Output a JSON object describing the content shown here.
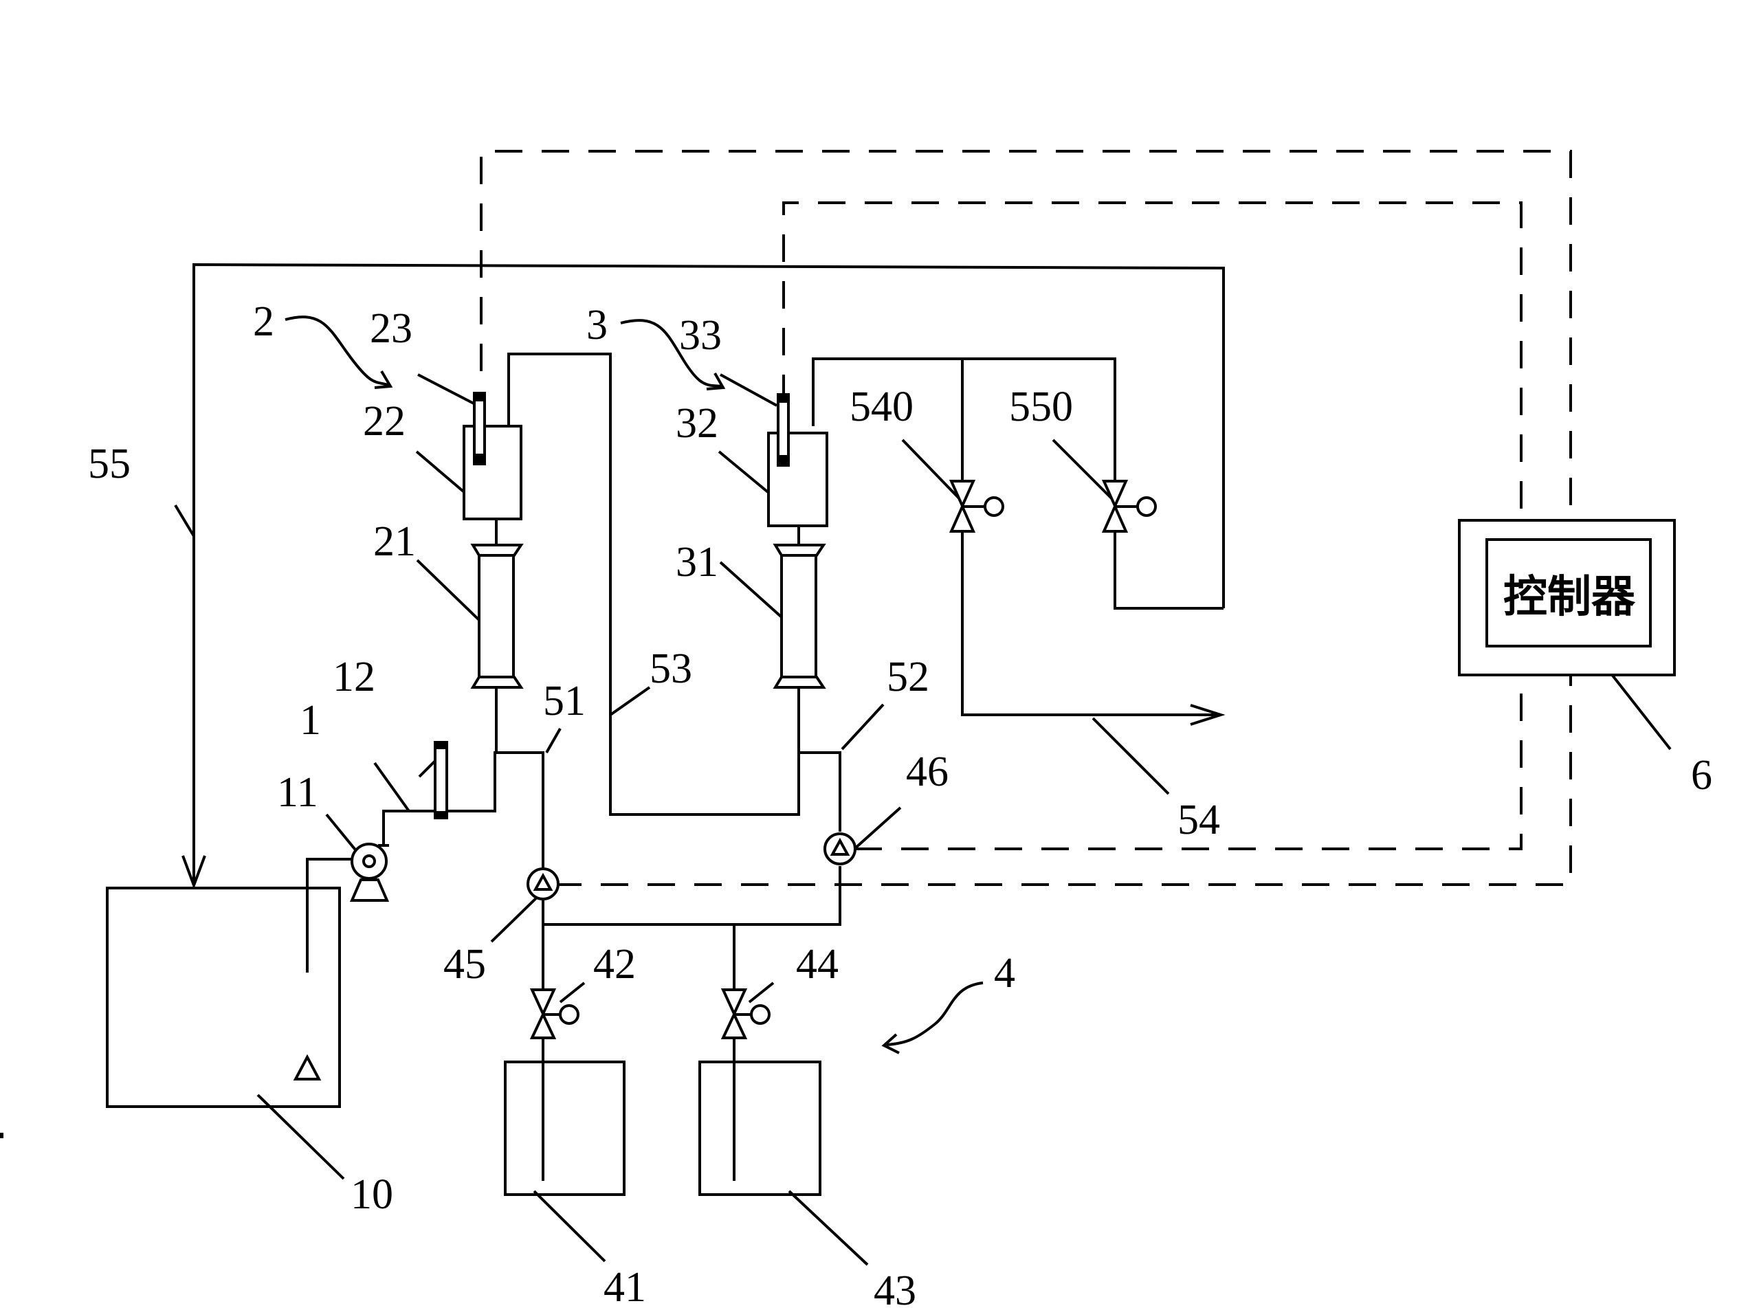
{
  "controller_text": "控制器",
  "labels": {
    "l1": "1",
    "l2": "2",
    "l3": "3",
    "l4": "4",
    "l6": "6",
    "l10": "10",
    "l11": "11",
    "l12": "12",
    "l21": "21",
    "l22": "22",
    "l23": "23",
    "l31": "31",
    "l32": "32",
    "l33": "33",
    "l41": "41",
    "l42": "42",
    "l43": "43",
    "l44": "44",
    "l45": "45",
    "l46": "46",
    "l51": "51",
    "l52": "52",
    "l53": "53",
    "l54": "54",
    "l55": "55",
    "l540": "540",
    "l550": "550"
  }
}
